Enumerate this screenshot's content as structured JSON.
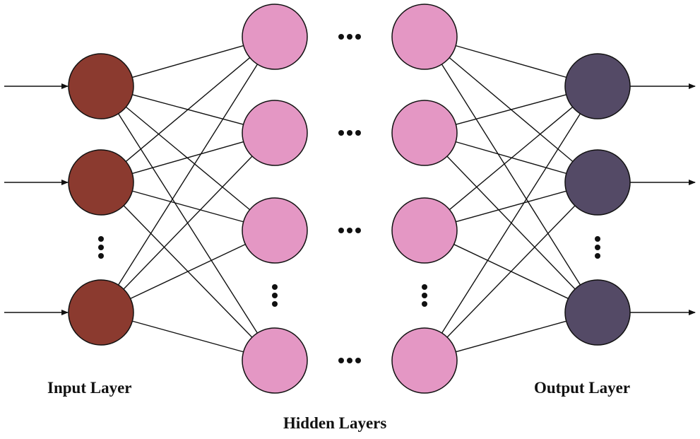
{
  "labels": {
    "input_layer": "Input Layer",
    "hidden_layers": "Hidden Layers",
    "output_layer": "Output Layer"
  },
  "colors": {
    "input_node": "#8b3a2f",
    "hidden_node": "#e497c4",
    "output_node": "#544a66",
    "edge": "#111111",
    "dots": "#111111"
  }
}
